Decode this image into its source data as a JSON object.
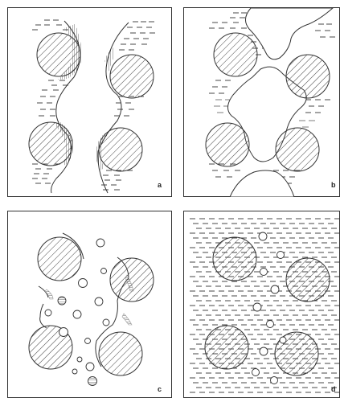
{
  "panels": [
    {
      "id": "a",
      "label": "a"
    },
    {
      "id": "b",
      "label": "b"
    },
    {
      "id": "c",
      "label": "c"
    },
    {
      "id": "d",
      "label": "d"
    }
  ],
  "colors": {
    "ink": "#333333",
    "hatch": "#444444",
    "grey_dash": "#9a9a9a",
    "background": "#ffffff"
  }
}
